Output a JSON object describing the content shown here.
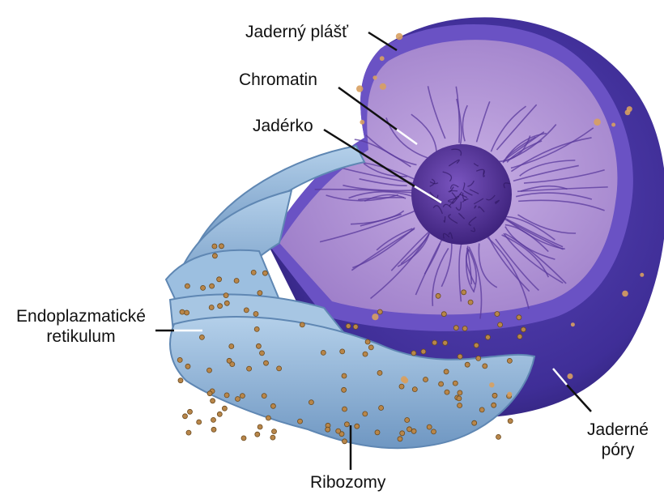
{
  "labels": {
    "nuclear_envelope": "Jaderný plášť",
    "chromatin": "Chromatin",
    "nucleolus": "Jadérko",
    "er_line1": "Endoplazmatické",
    "er_line2": "retikulum",
    "pores_line1": "Jaderné",
    "pores_line2": "póry",
    "ribosomes": "Ribozomy"
  },
  "colors": {
    "envelope_outer": "#3f2e97",
    "envelope_shadow": "#2a1d6e",
    "nucleoplasm": "#b89ad8",
    "chromatin": "#5a3a9c",
    "nucleolus": "#4b2a8c",
    "er_fill": "#8db3d6",
    "er_shadow": "#5f87b3",
    "ribosome": "#b8864a",
    "pore": "#d8a060",
    "leader_line_dark": "#111111",
    "leader_line_light": "#ffffff"
  }
}
